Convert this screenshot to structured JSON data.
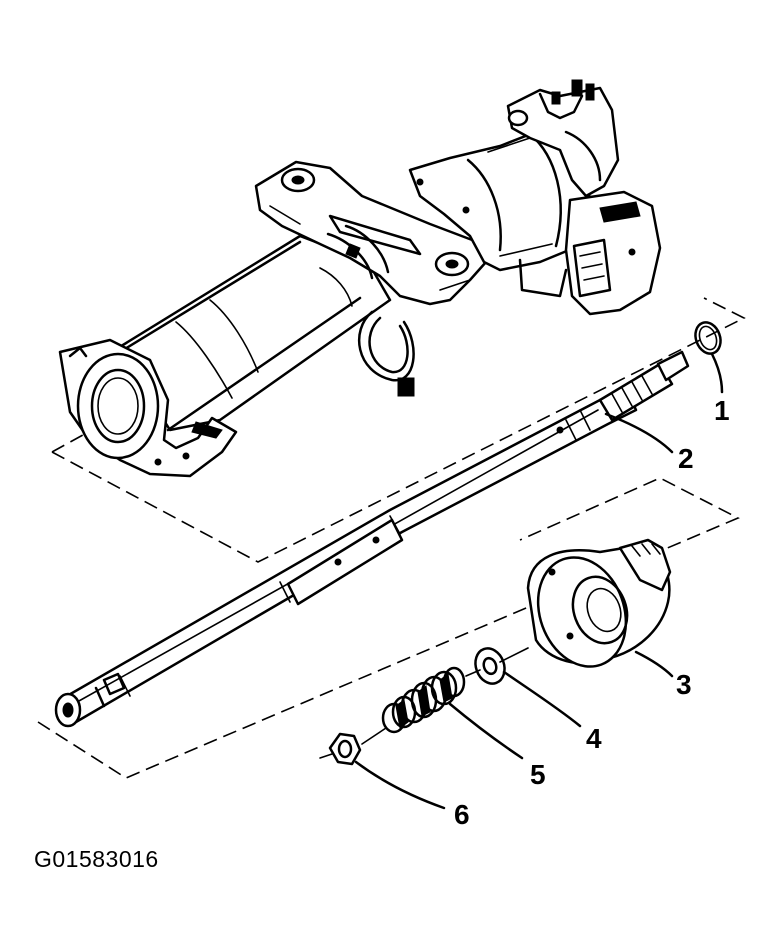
{
  "figure_id": "G01583016",
  "callouts": [
    {
      "id": "1",
      "label": "1"
    },
    {
      "id": "2",
      "label": "2"
    },
    {
      "id": "3",
      "label": "3"
    },
    {
      "id": "4",
      "label": "4"
    },
    {
      "id": "5",
      "label": "5"
    },
    {
      "id": "6",
      "label": "6"
    }
  ]
}
